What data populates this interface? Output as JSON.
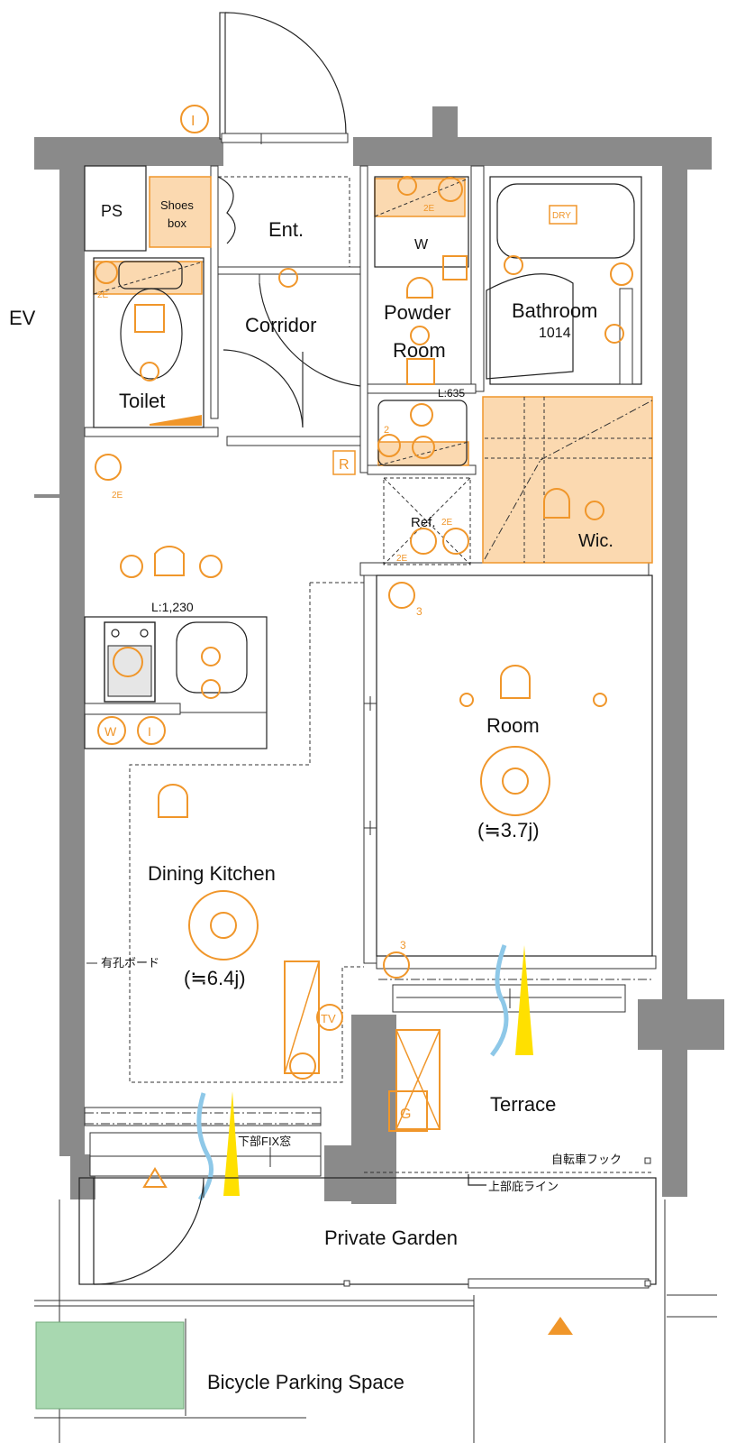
{
  "labels": {
    "ps": "PS",
    "shoes_box_1": "Shoes",
    "shoes_box_2": "box",
    "ent": "Ent.",
    "ev": "EV",
    "w": "W",
    "powder_room_1": "Powder",
    "powder_room_2": "Room",
    "bathroom": "Bathroom",
    "bathroom_size": "1014",
    "dry": "DRY",
    "corridor": "Corridor",
    "toilet": "Toilet",
    "l635": "L:635",
    "r": "R",
    "ref": "Ref.",
    "wic": "Wic.",
    "l1230": "L:1,230",
    "room": "Room",
    "room_size": "(≒3.7j)",
    "dining_kitchen": "Dining Kitchen",
    "dk_size": "(≒6.4j)",
    "perforated_board": "有孔ボード",
    "lower_fix_window": "下部FIX窓",
    "terrace": "Terrace",
    "bicycle_hook": "自転車フック",
    "upper_eave_line": "上部庇ライン",
    "private_garden": "Private Garden",
    "bicycle_parking": "Bicycle Parking Space",
    "tv": "TV",
    "g": "G",
    "w_outlet": "W",
    "i_outlet": "I",
    "i_top": "I",
    "two_e_a": "2E",
    "two_e_b": "2E",
    "two_e_c": "2E",
    "two_e_d": "2E",
    "two_e_e": "2E",
    "two": "2",
    "three_a": "3",
    "three_b": "3"
  },
  "colors": {
    "wall": "#8a8a8a",
    "accent": "#f0962a",
    "storage_fill": "#fbd9b0",
    "garden_green": "#a8d8b0",
    "window_yellow": "#ffe000",
    "window_blue": "#8ec8e8"
  }
}
